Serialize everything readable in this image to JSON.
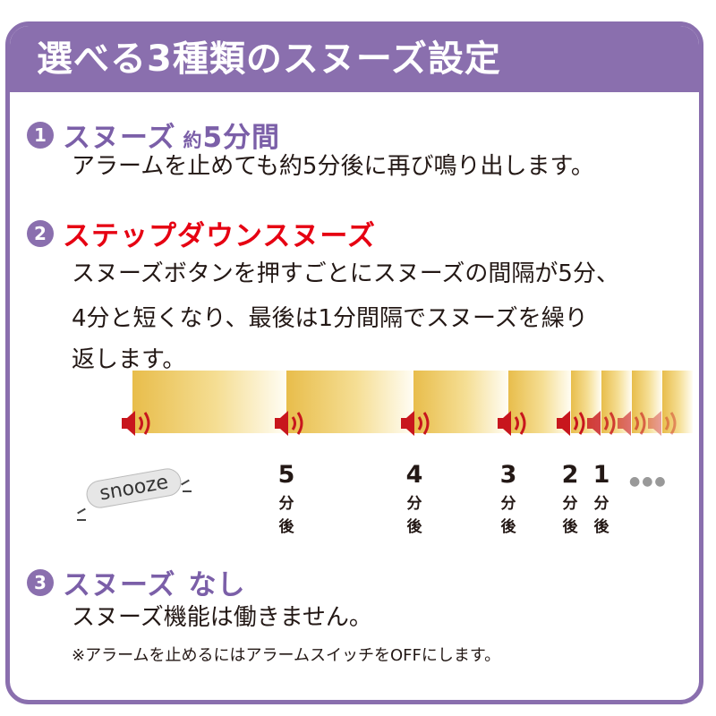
{
  "header": {
    "title": "選べる3種類のスヌーズ設定"
  },
  "sections": [
    {
      "badge": "1",
      "title": "スヌーズ",
      "title_prefix": "約",
      "title_suffix": "5分間",
      "description": [
        "アラームを止めても約5分後に再び鳴り出します。"
      ]
    },
    {
      "badge": "2",
      "title": "ステップダウンスヌーズ",
      "description": [
        "スヌーズボタンを押すごとにスヌーズの間隔が5分、",
        "4分と短くなり、最後は1分間隔でスヌーズを繰り",
        "返します。"
      ]
    },
    {
      "badge": "3",
      "title": "スヌーズ",
      "title_suffix": "なし",
      "description": [
        "スヌーズ機能は働きません。"
      ],
      "note": "※アラームを止めるにはアラームスイッチをOFFにします。"
    }
  ],
  "timeline": {
    "snooze_label": "snooze",
    "ticks": [
      {
        "num": "5",
        "kanji_top": "分",
        "kanji_bottom": "後"
      },
      {
        "num": "4",
        "kanji_top": "分",
        "kanji_bottom": "後"
      },
      {
        "num": "3",
        "kanji_top": "分",
        "kanji_bottom": "後"
      },
      {
        "num": "2",
        "kanji_top": "分",
        "kanji_bottom": "後"
      },
      {
        "num": "1",
        "kanji_top": "分",
        "kanji_bottom": "後"
      }
    ],
    "dots": "●●●"
  },
  "colors": {
    "accent_purple": "#8a6fae",
    "title_purple": "#7b5fa8",
    "alert_red": "#e60012",
    "speaker_red": "#c8161d"
  }
}
